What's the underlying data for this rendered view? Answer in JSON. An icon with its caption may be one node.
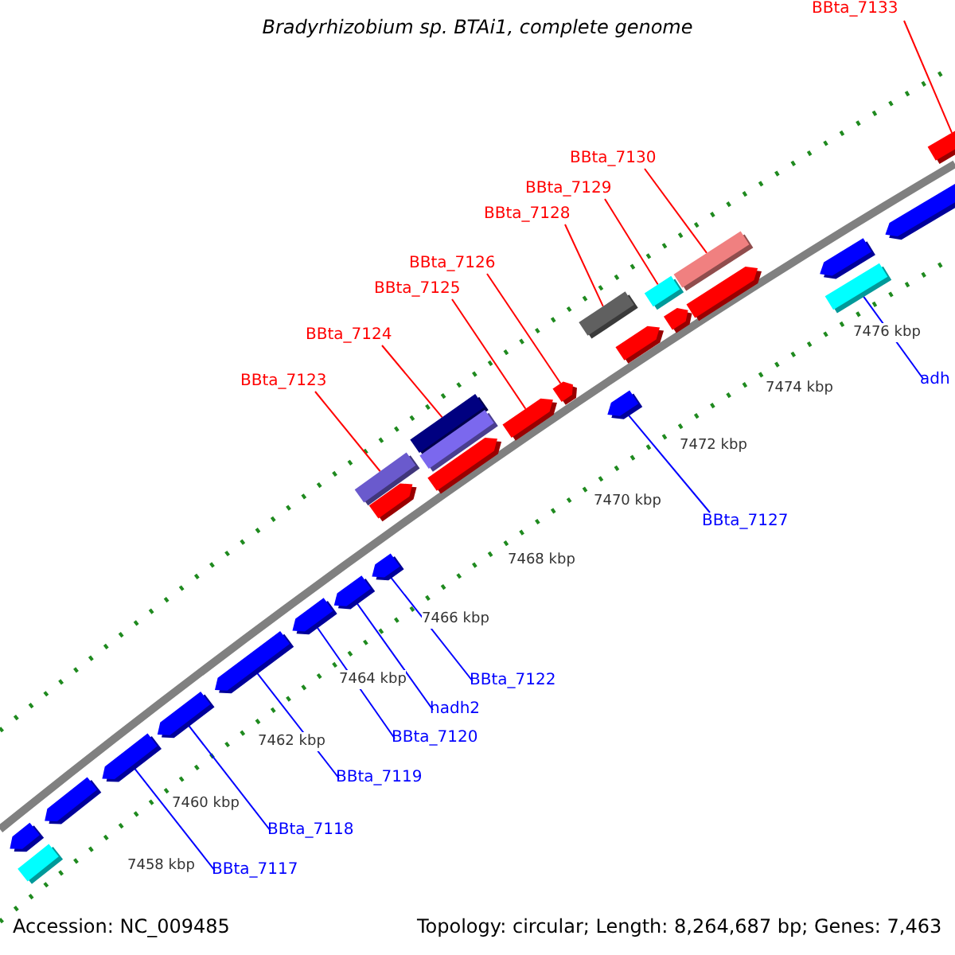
{
  "diagram": {
    "title": "Bradyrhizobium sp. BTAi1, complete genome",
    "nodes": [
      {
        "text": [
          "BBta_7133"
        ]
      },
      {
        "text": [
          "BBta_7130"
        ]
      },
      {
        "text": [
          "BBta_7129"
        ]
      },
      {
        "text": [
          "BBta_7128"
        ]
      },
      {
        "text": [
          "BBta_7126"
        ]
      },
      {
        "text": [
          "BBta_7125"
        ]
      },
      {
        "text": [
          "BBta_7124"
        ]
      },
      {
        "text": [
          "BBta_7123"
        ]
      },
      {
        "text": [
          "BBta_7127"
        ]
      },
      {
        "text": [
          "adh"
        ]
      },
      {
        "text": [
          "BBta_7122"
        ]
      },
      {
        "text": [
          "hadh2"
        ]
      },
      {
        "text": [
          "BBta_7120"
        ]
      },
      {
        "text": [
          "BBta_7119"
        ]
      },
      {
        "text": [
          "BBta_7118"
        ]
      },
      {
        "text": [
          "BBta_7117"
        ]
      },
      {
        "text": [],
        "shape": "bar"
      },
      {
        "text": [],
        "shape": "bar"
      },
      {
        "text": [],
        "shape": "bar"
      },
      {
        "text": [],
        "shape": "bar"
      },
      {
        "text": [],
        "shape": "bar"
      },
      {
        "text": [],
        "shape": "bar"
      },
      {
        "text": [],
        "shape": "bar"
      },
      {
        "text": [],
        "shape": "bar"
      },
      {
        "text": [],
        "shape": "bar"
      },
      {
        "text": [],
        "shape": "bar"
      },
      {
        "text": [],
        "shape": "bar"
      },
      {
        "text": [],
        "shape": "bar"
      },
      {
        "text": [],
        "shape": "bar"
      },
      {
        "text": [],
        "shape": "bar"
      },
      {
        "text": [],
        "shape": "bar"
      },
      {
        "text": [],
        "shape": "bar"
      },
      {
        "text": [],
        "shape": "bar"
      },
      {
        "text": [],
        "shape": "bar"
      },
      {
        "text": [],
        "shape": "bar"
      },
      {
        "text": [],
        "shape": "bar"
      },
      {
        "text": [],
        "shape": "bar"
      },
      {
        "text": [],
        "shape": "bar"
      },
      {
        "text": [],
        "shape": "bar"
      },
      {
        "text": [],
        "shape": "bar"
      },
      {
        "text": [],
        "shape": "bar"
      },
      {
        "text": [],
        "shape": "bar"
      },
      {
        "text": [],
        "shape": "bar"
      }
    ],
    "edges": [
      {
        "from": 0,
        "to": 16,
        "arrow": "none",
        "color": "#ff0000"
      },
      {
        "from": 1,
        "to": 17,
        "arrow": "none",
        "color": "#ff0000"
      },
      {
        "from": 2,
        "to": 18,
        "arrow": "none",
        "color": "#ff0000"
      },
      {
        "from": 3,
        "to": 19,
        "arrow": "none",
        "color": "#ff0000"
      },
      {
        "from": 4,
        "to": 26,
        "arrow": "none",
        "color": "#ff0000"
      },
      {
        "from": 5,
        "to": 27,
        "arrow": "none",
        "color": "#ff0000"
      },
      {
        "from": 6,
        "to": 28,
        "arrow": "none",
        "color": "#ff0000"
      },
      {
        "from": 7,
        "to": 31,
        "arrow": "none",
        "color": "#ff0000"
      },
      {
        "from": 8,
        "to": 33,
        "arrow": "none",
        "color": "#0000ff"
      },
      {
        "from": 9,
        "to": 25,
        "arrow": "none",
        "color": "#0000ff"
      },
      {
        "from": 10,
        "to": 34,
        "arrow": "none",
        "color": "#0000ff"
      },
      {
        "from": 11,
        "to": 35,
        "arrow": "none",
        "color": "#0000ff"
      },
      {
        "from": 12,
        "to": 36,
        "arrow": "none",
        "color": "#0000ff"
      },
      {
        "from": 13,
        "to": 37,
        "arrow": "none",
        "color": "#0000ff"
      },
      {
        "from": 14,
        "to": 38,
        "arrow": "none",
        "color": "#0000ff"
      },
      {
        "from": 15,
        "to": 39,
        "arrow": "none",
        "color": "#0000ff"
      }
    ],
    "labels": [
      "7458 kbp",
      "7460 kbp",
      "7462 kbp",
      "7464 kbp",
      "7466 kbp",
      "7468 kbp",
      "7470 kbp",
      "7472 kbp",
      "7474 kbp",
      "7476 kbp",
      "Accession: NC_009485",
      "Topology: circular; Length: 8,264,687 bp; Genes: 7,463"
    ]
  }
}
